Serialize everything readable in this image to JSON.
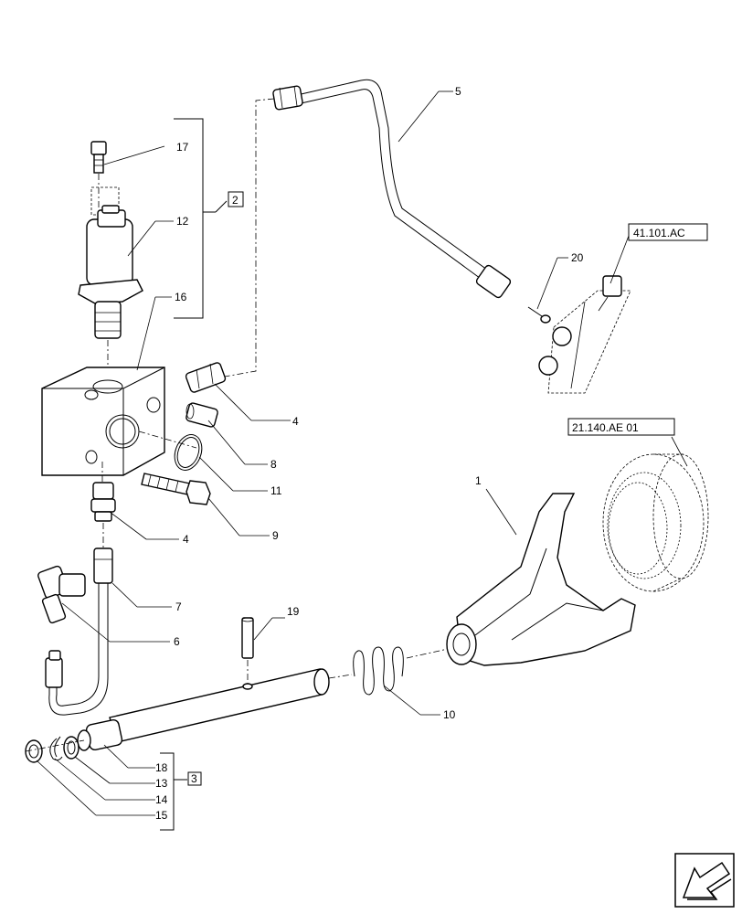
{
  "labels": {
    "p1": "1",
    "p2": "2",
    "p3": "3",
    "p4a": "4",
    "p4b": "4",
    "p5": "5",
    "p6": "6",
    "p7": "7",
    "p8": "8",
    "p9": "9",
    "p10": "10",
    "p11": "11",
    "p12": "12",
    "p13": "13",
    "p14": "14",
    "p15": "15",
    "p16": "16",
    "p17": "17",
    "p18": "18",
    "p19": "19",
    "p20": "20"
  },
  "refs": {
    "ref_pump": "41.101.AC",
    "ref_clutch": "21.140.AE 01"
  },
  "icons": {
    "nav": "arrow-navigation-icon"
  }
}
